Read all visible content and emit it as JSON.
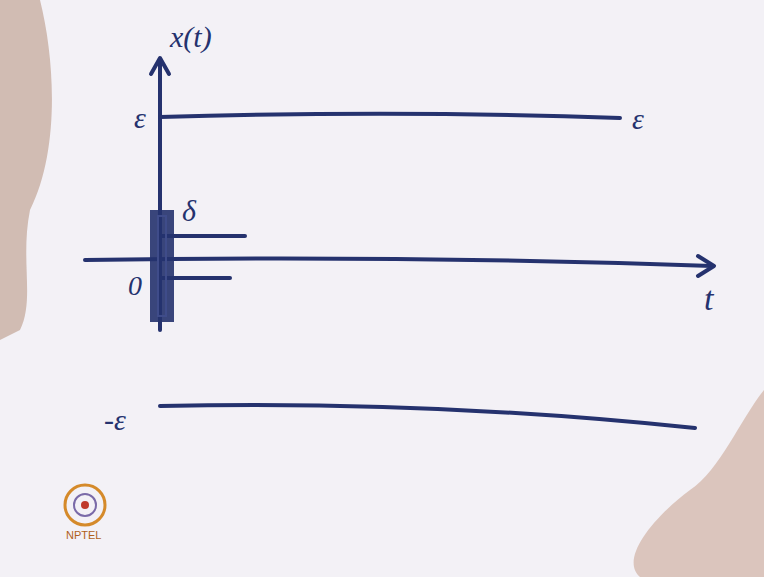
{
  "diagram": {
    "labels": [
      "x(t)",
      "ε",
      "ε",
      "-ε",
      "δ",
      "0",
      "t",
      "NPTEL"
    ]
  }
}
